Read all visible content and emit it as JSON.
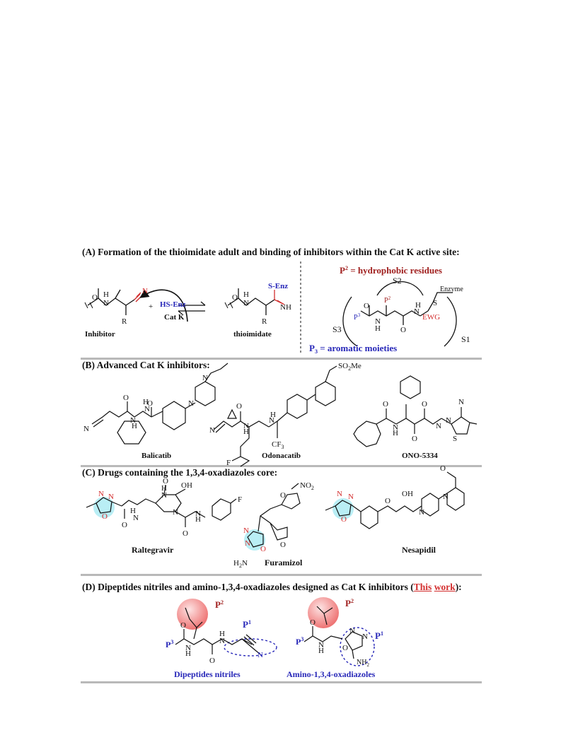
{
  "colors": {
    "rule": "#b9b9b9",
    "red": "#d32f2f",
    "darkred": "#a0201f",
    "blue": "#2727b8",
    "cyan": "#a8eaf2",
    "pink": "#f28b8b"
  },
  "sectionA": {
    "title": "(A) Formation of the thioimidate adult and binding of inhibitors within the Cat K active site:",
    "p2_text": "P",
    "p2_sup": "2",
    "p2_rest": " = hydrophobic residues",
    "p3_text": "P",
    "p3_sub": "3",
    "p3_rest": " = aromatic moieties",
    "s1": "S1",
    "s2": "S2",
    "s3": "S3",
    "enzyme": "Enzyme",
    "hs_enz": "HS-Enz",
    "cat_k": "Cat K",
    "s_enz": "S-Enz",
    "inhibitor": "Inhibitor",
    "thioimidate": "thioimidate",
    "plus": "+",
    "ewg": "EWG",
    "label_N": "N",
    "label_H": "H",
    "label_O": "O",
    "label_R": "R",
    "label_NH": "NH",
    "label_S": "S",
    "label_P": "P",
    "sup2": "2",
    "sup3": "3"
  },
  "sectionB": {
    "title": "(B) Advanced Cat K inhibitors:",
    "balicatib": "Balicatib",
    "odanacatib": "Odonacatib",
    "ono": "ONO-5334",
    "so2me": "SO",
    "so2me_sub": "2",
    "so2me_rest": "Me",
    "cf3": "CF",
    "cf3_sub": "3",
    "label_F": "F",
    "label_N": "N",
    "label_H": "H",
    "label_O": "O",
    "label_S": "S"
  },
  "sectionC": {
    "title": "(C) Drugs containing the 1,3,4-oxadiazoles core:",
    "raltegravir": "Raltegravir",
    "furamizol": "Furamizol",
    "nesapidil": "Nesapidil",
    "no2": "NO",
    "no2_sub": "2",
    "oh": "OH",
    "h2n": "H",
    "h2n_sub": "2",
    "h2n_rest": "N",
    "label_N": "N",
    "label_H": "H",
    "label_O": "O",
    "label_F": "F",
    "label_OMe": "O"
  },
  "sectionD": {
    "title_pre": "(D) Dipeptides nitriles and amino-1,3,4-oxadiazoles designed as Cat K inhibitors (",
    "title_this": "This",
    "title_work": "work",
    "title_post": "):",
    "dip_nitriles": "Dipeptides nitriles",
    "amino_oxa": "Amino-1,3,4-oxadiazoles",
    "nh2": "NH",
    "nh2_sub": "2",
    "label_P": "P",
    "sup1": "1",
    "sup2": "2",
    "sup3": "3",
    "label_N": "N",
    "label_H": "H",
    "label_O": "O"
  }
}
